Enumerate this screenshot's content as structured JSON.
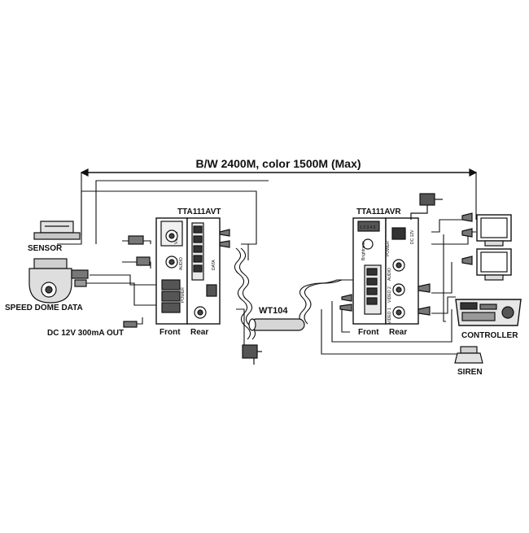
{
  "diagram": {
    "distance_label": "B/W 2400M, color 1500M (Max)",
    "sender": {
      "model": "TTA111AVT",
      "front_label": "Front",
      "rear_label": "Rear",
      "video_label": "VIDEO",
      "audio_label": "AUDIO",
      "power_label": "POWER",
      "data_label": "DATA"
    },
    "receiver": {
      "model": "TTA111AVR",
      "front_label": "Front",
      "rear_label": "Rear",
      "brightness_label": "Brightness",
      "power_label": "POWER",
      "audio_label": "AUDIO",
      "video1_label": "VIDEO 1",
      "video2_label": "VIDEO 2",
      "dip_numbers": "1 2 3 4 5",
      "dc_label": "DC 12V"
    },
    "cable_label": "WT104",
    "devices": {
      "sensor": "SENSOR",
      "speed_dome": "SPEED DOME DATA",
      "dc_out": "DC 12V 300mA OUT",
      "controller": "CONTROLLER",
      "siren": "SIREN"
    }
  },
  "colors": {
    "ink": "#111111",
    "panel_fill": "#ffffff",
    "shade": "#bdbdbd",
    "dark": "#333333"
  }
}
